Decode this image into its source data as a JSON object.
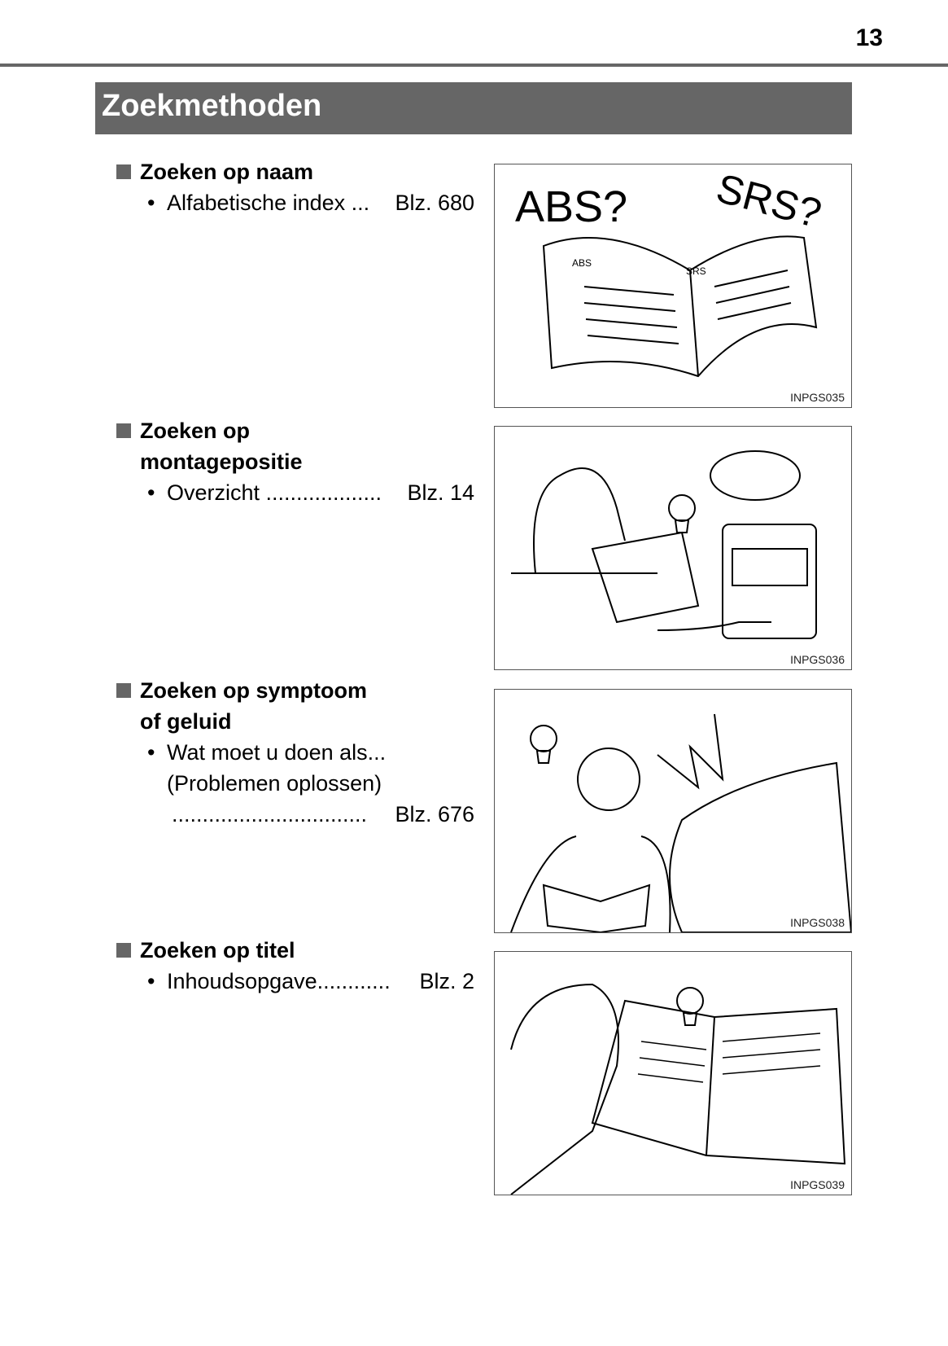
{
  "page_number": "13",
  "title": "Zoekmethoden",
  "sections": [
    {
      "heading": [
        "Zoeken op naam"
      ],
      "entry": "Alfabetische index",
      "dots": " ...",
      "ref": "Blz. 680",
      "figure_code": "INPGS035",
      "figure_text": [
        "ABS?",
        "SRS?",
        "ABS",
        "SRS"
      ]
    },
    {
      "heading": [
        "Zoeken op",
        "montagepositie"
      ],
      "entry": "Overzicht",
      "dots": " ...................",
      "ref": "Blz. 14",
      "figure_code": "INPGS036"
    },
    {
      "heading": [
        "Zoeken op symptoom",
        "of geluid"
      ],
      "entry_lines": [
        "Wat moet u doen als...",
        "(Problemen oplossen)"
      ],
      "dots": "................................",
      "ref": "Blz. 676",
      "figure_code": "INPGS038"
    },
    {
      "heading": [
        "Zoeken op titel"
      ],
      "entry": "Inhoudsopgave",
      "dots": "............",
      "ref": "Blz. 2",
      "figure_code": "INPGS039"
    }
  ]
}
